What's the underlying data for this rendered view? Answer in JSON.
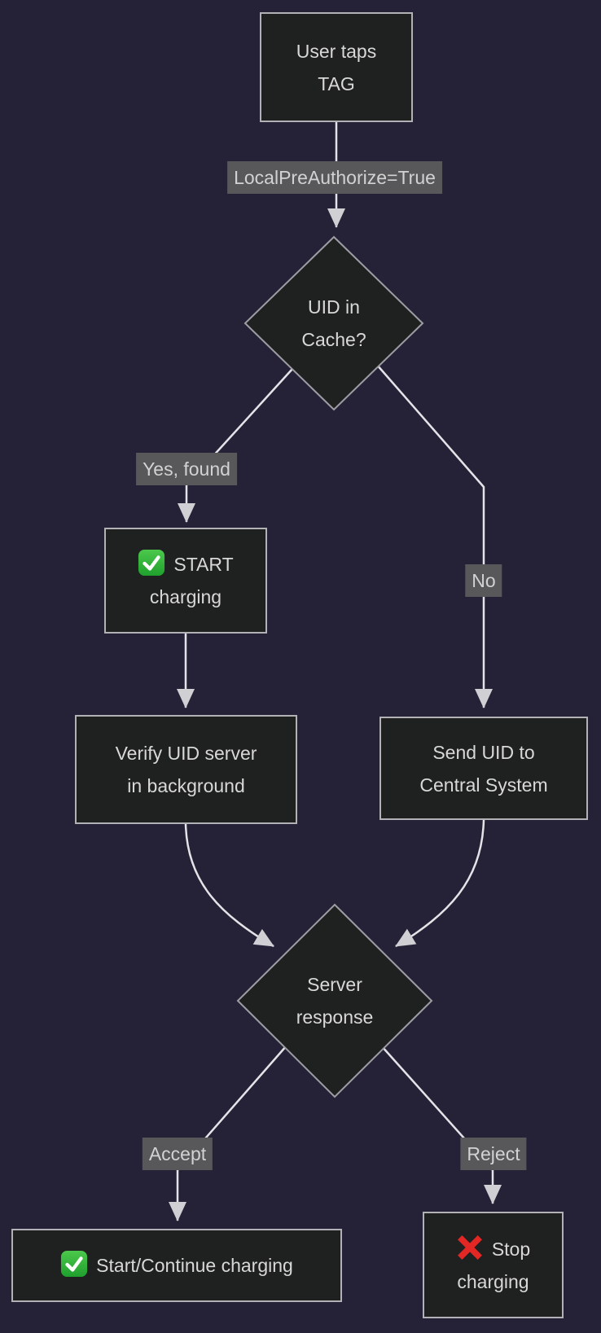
{
  "diagram": {
    "type": "flowchart",
    "direction": "top-down",
    "colors": {
      "background": "#252237",
      "node_fill": "#1f2020",
      "node_border": "#b2b2b6",
      "node_text": "#d8d8d8",
      "edge_line": "#e4e4e8",
      "arrowhead": "#cfcfd4",
      "edge_label_bg": "#58585a",
      "edge_label_text": "#d2d2d2",
      "check_green": "#2fae3b",
      "cross_red": "#e32724"
    },
    "nodes": {
      "user_taps_tag": {
        "shape": "rect",
        "lines": [
          "User taps",
          "TAG"
        ]
      },
      "uid_in_cache": {
        "shape": "diamond",
        "lines": [
          "UID in",
          "Cache?"
        ]
      },
      "start_charging": {
        "shape": "rect",
        "icon": "check-mark-button-emoji",
        "text": "START charging"
      },
      "verify_uid_background": {
        "shape": "rect",
        "lines": [
          "Verify UID server",
          "in background"
        ]
      },
      "send_uid_central": {
        "shape": "rect",
        "lines": [
          "Send UID to",
          "Central System"
        ]
      },
      "server_response": {
        "shape": "diamond",
        "lines": [
          "Server",
          "response"
        ]
      },
      "start_continue_charging": {
        "shape": "rect",
        "icon": "check-mark-button-emoji",
        "text": "Start/Continue charging"
      },
      "stop_charging": {
        "shape": "rect",
        "icon": "cross-mark-emoji",
        "text": "Stop charging"
      }
    },
    "edges": [
      {
        "from": "user_taps_tag",
        "to": "uid_in_cache",
        "label": "LocalPreAuthorize=True"
      },
      {
        "from": "uid_in_cache",
        "to": "start_charging",
        "label": "Yes, found"
      },
      {
        "from": "uid_in_cache",
        "to": "send_uid_central",
        "label": "No"
      },
      {
        "from": "start_charging",
        "to": "verify_uid_background",
        "label": ""
      },
      {
        "from": "verify_uid_background",
        "to": "server_response",
        "label": ""
      },
      {
        "from": "send_uid_central",
        "to": "server_response",
        "label": ""
      },
      {
        "from": "server_response",
        "to": "start_continue_charging",
        "label": "Accept"
      },
      {
        "from": "server_response",
        "to": "stop_charging",
        "label": "Reject"
      }
    ]
  }
}
